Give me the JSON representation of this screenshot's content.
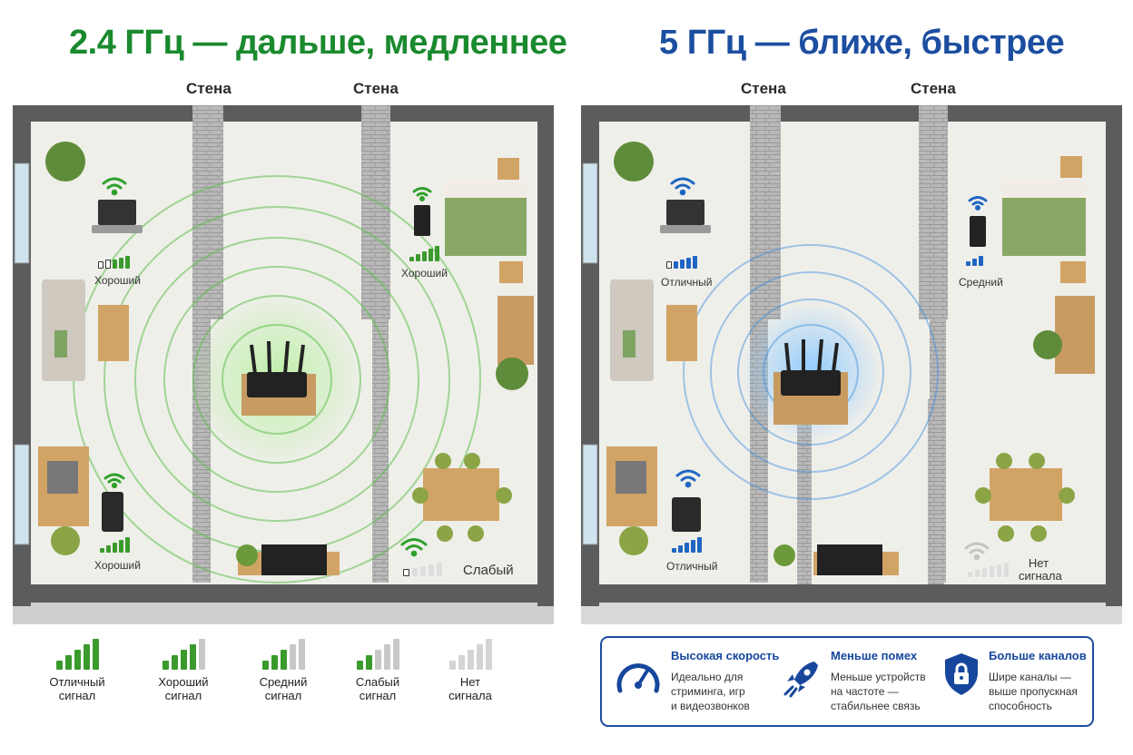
{
  "left": {
    "title": "2.4 ГГц — дальше, медленнее",
    "title_color": "#1a8a2e",
    "wall_labels": [
      "Стена",
      "Стена"
    ],
    "devices": [
      {
        "label": "Хороший"
      },
      {
        "label": "Хороший"
      },
      {
        "label": "Хороший"
      },
      {
        "label": "Слабый"
      }
    ],
    "wave_color": "#5cc04a"
  },
  "right": {
    "title": "5 ГГц — ближе, быстрее",
    "title_color": "#1c4ea0",
    "wall_labels": [
      "Стена",
      "Стена"
    ],
    "devices": [
      {
        "label": "Отличный"
      },
      {
        "label": "Средний"
      },
      {
        "label": "Отличный"
      },
      {
        "label": "Нет сигнала"
      }
    ],
    "wave_color": "#3a8fe0"
  },
  "legend": [
    {
      "line1": "Отличный",
      "line2": "сигнал",
      "level": 5
    },
    {
      "line1": "Хороший",
      "line2": "сигнал",
      "level": 4
    },
    {
      "line1": "Средний",
      "line2": "сигнал",
      "level": 3
    },
    {
      "line1": "Слабый",
      "line2": "сигнал",
      "level": 2
    },
    {
      "line1": "Нет",
      "line2": "сигнала",
      "level": 0
    }
  ],
  "benefits": [
    {
      "icon": "speedometer-icon",
      "title": "Высокая скорость",
      "lines": [
        "Идеально для",
        "стриминга, игр",
        "и видеозвонков"
      ]
    },
    {
      "icon": "rocket-icon",
      "title": "Меньше помех",
      "lines": [
        "Меньше устройств",
        "на частоте —",
        "стабильнее связь"
      ]
    },
    {
      "icon": "shield-lock-icon",
      "title": "Больше каналов",
      "lines": [
        "Шире каналы —",
        "выше пропускная",
        "способность"
      ]
    }
  ],
  "colors": {
    "green": "#3a9a2c",
    "blue": "#1f66c2",
    "gray": "#c8c8c8"
  }
}
